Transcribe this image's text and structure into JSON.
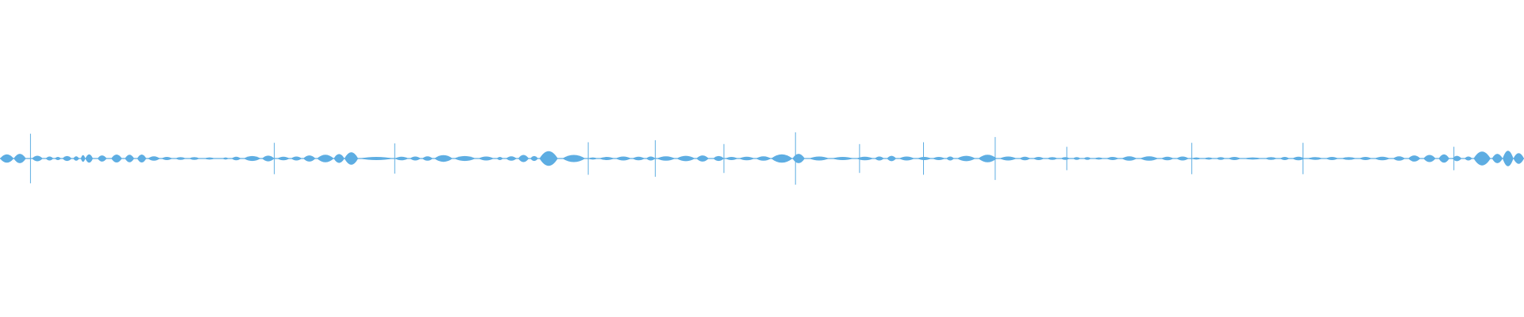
{
  "waveform": {
    "color": "#5DADE2",
    "background": "#ffffff",
    "segments": [
      [
        0.0,
        0.009,
        0.38
      ],
      [
        0.009,
        0.017,
        0.42
      ],
      [
        0.021,
        0.028,
        0.25
      ],
      [
        0.03,
        0.035,
        0.18
      ],
      [
        0.036,
        0.04,
        0.14
      ],
      [
        0.041,
        0.047,
        0.22
      ],
      [
        0.048,
        0.052,
        0.2
      ],
      [
        0.053,
        0.056,
        0.3
      ],
      [
        0.056,
        0.061,
        0.38
      ],
      [
        0.064,
        0.07,
        0.28
      ],
      [
        0.073,
        0.08,
        0.36
      ],
      [
        0.082,
        0.088,
        0.34
      ],
      [
        0.09,
        0.096,
        0.36
      ],
      [
        0.097,
        0.105,
        0.2
      ],
      [
        0.106,
        0.113,
        0.14
      ],
      [
        0.115,
        0.122,
        0.12
      ],
      [
        0.124,
        0.131,
        0.12
      ],
      [
        0.134,
        0.141,
        0.1
      ],
      [
        0.146,
        0.15,
        0.1
      ],
      [
        0.152,
        0.158,
        0.16
      ],
      [
        0.16,
        0.171,
        0.22
      ],
      [
        0.172,
        0.18,
        0.26
      ],
      [
        0.182,
        0.19,
        0.16
      ],
      [
        0.191,
        0.198,
        0.18
      ],
      [
        0.199,
        0.207,
        0.28
      ],
      [
        0.208,
        0.219,
        0.34
      ],
      [
        0.219,
        0.226,
        0.4
      ],
      [
        0.226,
        0.235,
        0.56
      ],
      [
        0.236,
        0.258,
        0.14
      ],
      [
        0.259,
        0.268,
        0.16
      ],
      [
        0.269,
        0.276,
        0.18
      ],
      [
        0.277,
        0.284,
        0.2
      ],
      [
        0.285,
        0.297,
        0.3
      ],
      [
        0.298,
        0.312,
        0.22
      ],
      [
        0.314,
        0.324,
        0.18
      ],
      [
        0.326,
        0.33,
        0.14
      ],
      [
        0.332,
        0.339,
        0.2
      ],
      [
        0.34,
        0.347,
        0.32
      ],
      [
        0.348,
        0.353,
        0.22
      ],
      [
        0.354,
        0.366,
        0.66
      ],
      [
        0.369,
        0.384,
        0.32
      ],
      [
        0.386,
        0.392,
        0.1
      ],
      [
        0.393,
        0.403,
        0.14
      ],
      [
        0.404,
        0.414,
        0.18
      ],
      [
        0.415,
        0.423,
        0.16
      ],
      [
        0.424,
        0.43,
        0.18
      ],
      [
        0.431,
        0.443,
        0.2
      ],
      [
        0.444,
        0.456,
        0.24
      ],
      [
        0.457,
        0.465,
        0.28
      ],
      [
        0.468,
        0.475,
        0.22
      ],
      [
        0.476,
        0.484,
        0.14
      ],
      [
        0.485,
        0.495,
        0.16
      ],
      [
        0.496,
        0.506,
        0.2
      ],
      [
        0.506,
        0.52,
        0.38
      ],
      [
        0.52,
        0.528,
        0.42
      ],
      [
        0.531,
        0.544,
        0.18
      ],
      [
        0.546,
        0.56,
        0.14
      ],
      [
        0.562,
        0.573,
        0.16
      ],
      [
        0.574,
        0.58,
        0.18
      ],
      [
        0.582,
        0.588,
        0.24
      ],
      [
        0.59,
        0.6,
        0.18
      ],
      [
        0.602,
        0.611,
        0.14
      ],
      [
        0.612,
        0.62,
        0.14
      ],
      [
        0.621,
        0.626,
        0.18
      ],
      [
        0.628,
        0.64,
        0.24
      ],
      [
        0.642,
        0.654,
        0.34
      ],
      [
        0.656,
        0.667,
        0.18
      ],
      [
        0.669,
        0.676,
        0.16
      ],
      [
        0.678,
        0.685,
        0.14
      ],
      [
        0.687,
        0.694,
        0.12
      ],
      [
        0.696,
        0.702,
        0.12
      ],
      [
        0.704,
        0.709,
        0.12
      ],
      [
        0.711,
        0.716,
        0.12
      ],
      [
        0.718,
        0.724,
        0.1
      ],
      [
        0.726,
        0.734,
        0.14
      ],
      [
        0.736,
        0.746,
        0.2
      ],
      [
        0.748,
        0.76,
        0.2
      ],
      [
        0.762,
        0.77,
        0.16
      ],
      [
        0.772,
        0.78,
        0.18
      ],
      [
        0.782,
        0.788,
        0.1
      ],
      [
        0.79,
        0.796,
        0.1
      ],
      [
        0.798,
        0.804,
        0.12
      ],
      [
        0.806,
        0.814,
        0.14
      ],
      [
        0.816,
        0.828,
        0.1
      ],
      [
        0.83,
        0.838,
        0.12
      ],
      [
        0.84,
        0.846,
        0.14
      ],
      [
        0.848,
        0.856,
        0.16
      ],
      [
        0.858,
        0.868,
        0.12
      ],
      [
        0.87,
        0.878,
        0.14
      ],
      [
        0.88,
        0.89,
        0.12
      ],
      [
        0.892,
        0.9,
        0.14
      ],
      [
        0.902,
        0.912,
        0.16
      ],
      [
        0.914,
        0.922,
        0.2
      ],
      [
        0.924,
        0.932,
        0.28
      ],
      [
        0.934,
        0.942,
        0.32
      ],
      [
        0.944,
        0.951,
        0.38
      ],
      [
        0.953,
        0.959,
        0.24
      ],
      [
        0.961,
        0.966,
        0.18
      ],
      [
        0.967,
        0.978,
        0.62
      ],
      [
        0.979,
        0.986,
        0.42
      ],
      [
        0.986,
        0.993,
        0.7
      ],
      [
        0.993,
        1.0,
        0.48
      ]
    ],
    "spikes": [
      [
        0.02,
        0.95
      ],
      [
        0.18,
        0.6
      ],
      [
        0.259,
        0.58
      ],
      [
        0.386,
        0.62
      ],
      [
        0.43,
        0.7
      ],
      [
        0.475,
        0.55
      ],
      [
        0.522,
        1.0
      ],
      [
        0.564,
        0.55
      ],
      [
        0.606,
        0.62
      ],
      [
        0.653,
        0.82
      ],
      [
        0.7,
        0.45
      ],
      [
        0.782,
        0.6
      ],
      [
        0.855,
        0.6
      ],
      [
        0.954,
        0.45
      ]
    ]
  }
}
